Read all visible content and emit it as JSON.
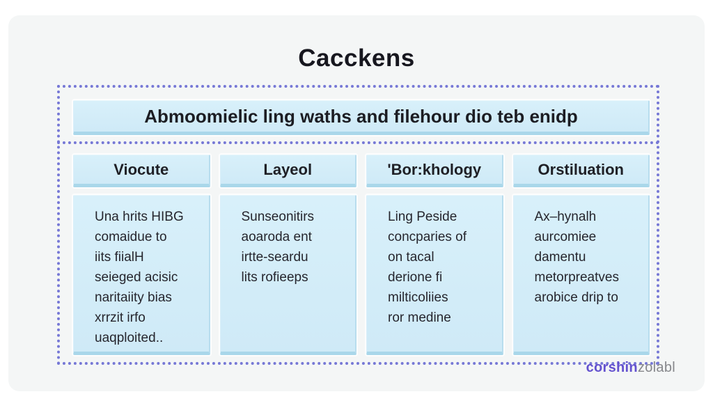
{
  "title": "Cacckens",
  "banner": "Abmoomielic ling waths and filehour dio teb enidp",
  "columns": [
    {
      "header": "Viocute",
      "body": "Una hrits HIBG\ncomaidue to\niits fiialH\nseieged acisic\nnaritaiity bias\nxrrzit irfo\nuaqploited.."
    },
    {
      "header": "Layeol",
      "body": "Sunseonitirs\naoaroda ent\nirtte-seardu\nlits rofieeps"
    },
    {
      "header": "'Bor:khology",
      "body": "Ling Peside\nconcparies of\non tacal\nderione fi\nmilticoliies\nror medine"
    },
    {
      "header": "Orstiluation",
      "body": "Ax–hynalh\naurcomiee\ndamentu\nmetorpreatves\narobice drip to"
    }
  ],
  "watermark": {
    "primary": "corshin",
    "secondary": "zolabl"
  },
  "colors": {
    "box_fill": "#d3eef9",
    "box_edge": "#a9d7ea",
    "dotted_border": "#7678d6",
    "panel_background": "#f4f6f6",
    "watermark_primary": "#6452cf",
    "watermark_secondary": "#86878b"
  }
}
